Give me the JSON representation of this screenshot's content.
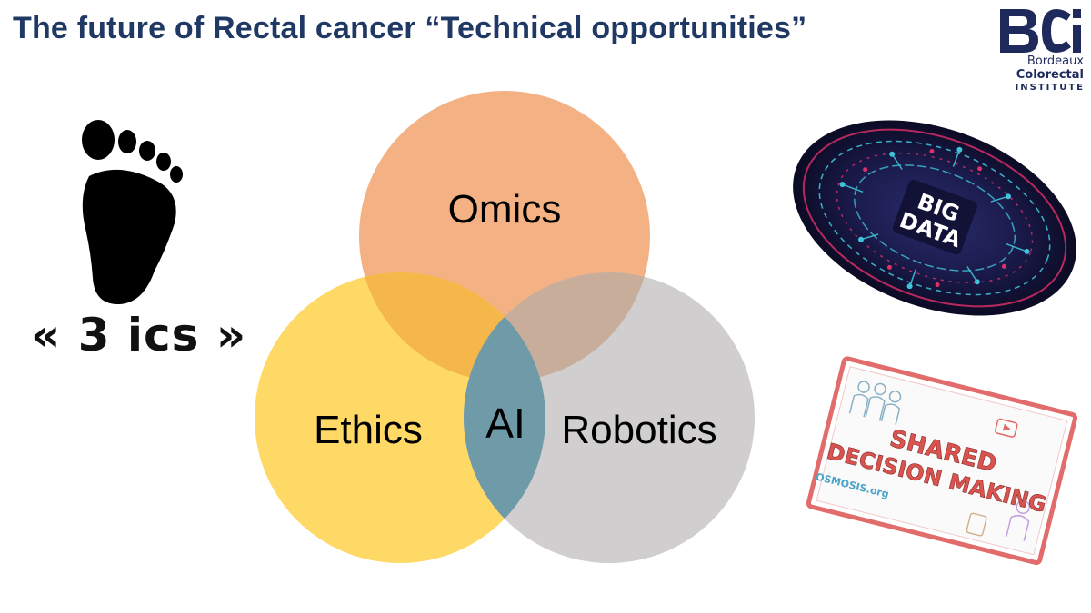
{
  "slide": {
    "title": "The future of Rectal cancer “Technical opportunities”"
  },
  "logo": {
    "mark": "BCI",
    "line1": "Bordeaux",
    "line2": "Colorectal",
    "line3": "INSTITUTE",
    "color": "#1f2a5c"
  },
  "left_graphic": {
    "icon": "footprint-icon",
    "label": "« 3 ics »"
  },
  "venn": {
    "circles": [
      {
        "label": "Omics",
        "color": "#f4b183"
      },
      {
        "label": "Ethics",
        "color": "#ffd966"
      },
      {
        "label": "Robotics",
        "color": "#d0cece"
      }
    ],
    "center_label": "AI",
    "center_color": "#6f9aa8"
  },
  "big_data_image": {
    "text_line1": "BIG",
    "text_line2": "DATA"
  },
  "sdm_image": {
    "text_line1": "SHARED",
    "text_line2": "DECISION MAKING",
    "source": "OSMOSIS.org"
  },
  "colors": {
    "title": "#1f3864",
    "omics": "#f4b183",
    "ethics": "#ffd966",
    "robotics": "#d0cece",
    "ai": "#6f9aa8"
  }
}
